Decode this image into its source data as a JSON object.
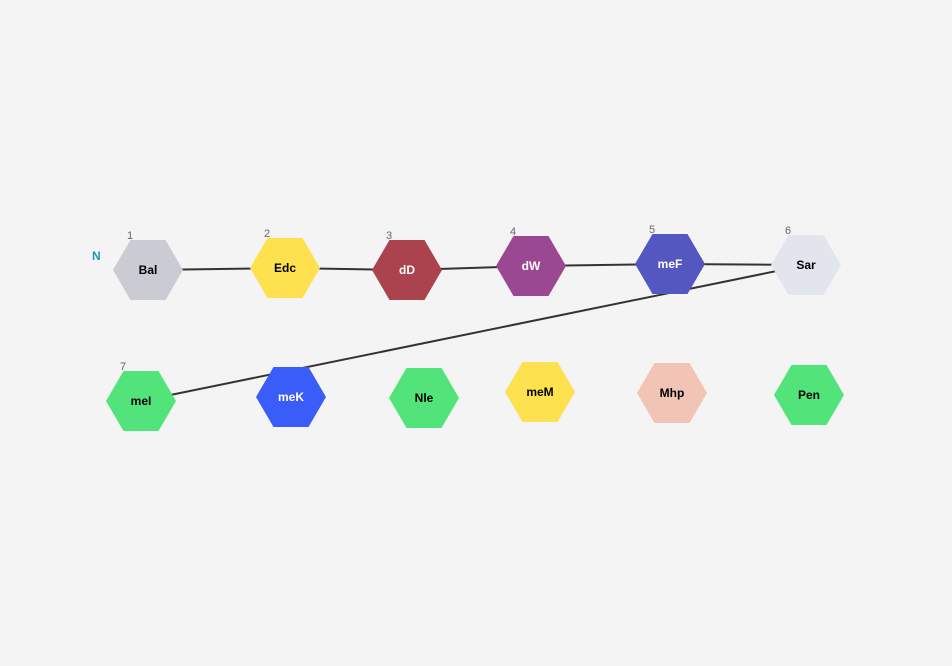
{
  "terminus": {
    "label": "N",
    "color": "#1a9aab"
  },
  "nodes": [
    {
      "id": "Bal",
      "label": "Bal",
      "index": "1",
      "fill": "#cbcbd3",
      "text_color": "#000000"
    },
    {
      "id": "Edc",
      "label": "Edc",
      "index": "2",
      "fill": "#fde14e",
      "text_color": "#000000"
    },
    {
      "id": "dD",
      "label": "dD",
      "index": "3",
      "fill": "#ab434e",
      "text_color": "#ffffff"
    },
    {
      "id": "dW",
      "label": "dW",
      "index": "4",
      "fill": "#9a4891",
      "text_color": "#ffffff"
    },
    {
      "id": "meF",
      "label": "meF",
      "index": "5",
      "fill": "#5557c0",
      "text_color": "#ffffff"
    },
    {
      "id": "Sar",
      "label": "Sar",
      "index": "6",
      "fill": "#e2e6ec",
      "text_color": "#000000"
    },
    {
      "id": "meI",
      "label": "meI",
      "index": "7",
      "fill": "#52e37a",
      "text_color": "#000000"
    },
    {
      "id": "meK",
      "label": "meK",
      "index": "",
      "fill": "#3a5cf8",
      "text_color": "#ffffff"
    },
    {
      "id": "Nle",
      "label": "Nle",
      "index": "",
      "fill": "#52e37a",
      "text_color": "#000000"
    },
    {
      "id": "meM",
      "label": "meM",
      "index": "",
      "fill": "#fde14e",
      "text_color": "#000000"
    },
    {
      "id": "Mhp",
      "label": "Mhp",
      "index": "",
      "fill": "#f2c4b5",
      "text_color": "#000000"
    },
    {
      "id": "Pen",
      "label": "Pen",
      "index": "",
      "fill": "#52e37a",
      "text_color": "#000000"
    }
  ],
  "edges": [
    [
      "Bal",
      "Edc"
    ],
    [
      "Edc",
      "dD"
    ],
    [
      "dD",
      "dW"
    ],
    [
      "dW",
      "meF"
    ],
    [
      "meF",
      "Sar"
    ],
    [
      "Sar",
      "meI"
    ]
  ]
}
